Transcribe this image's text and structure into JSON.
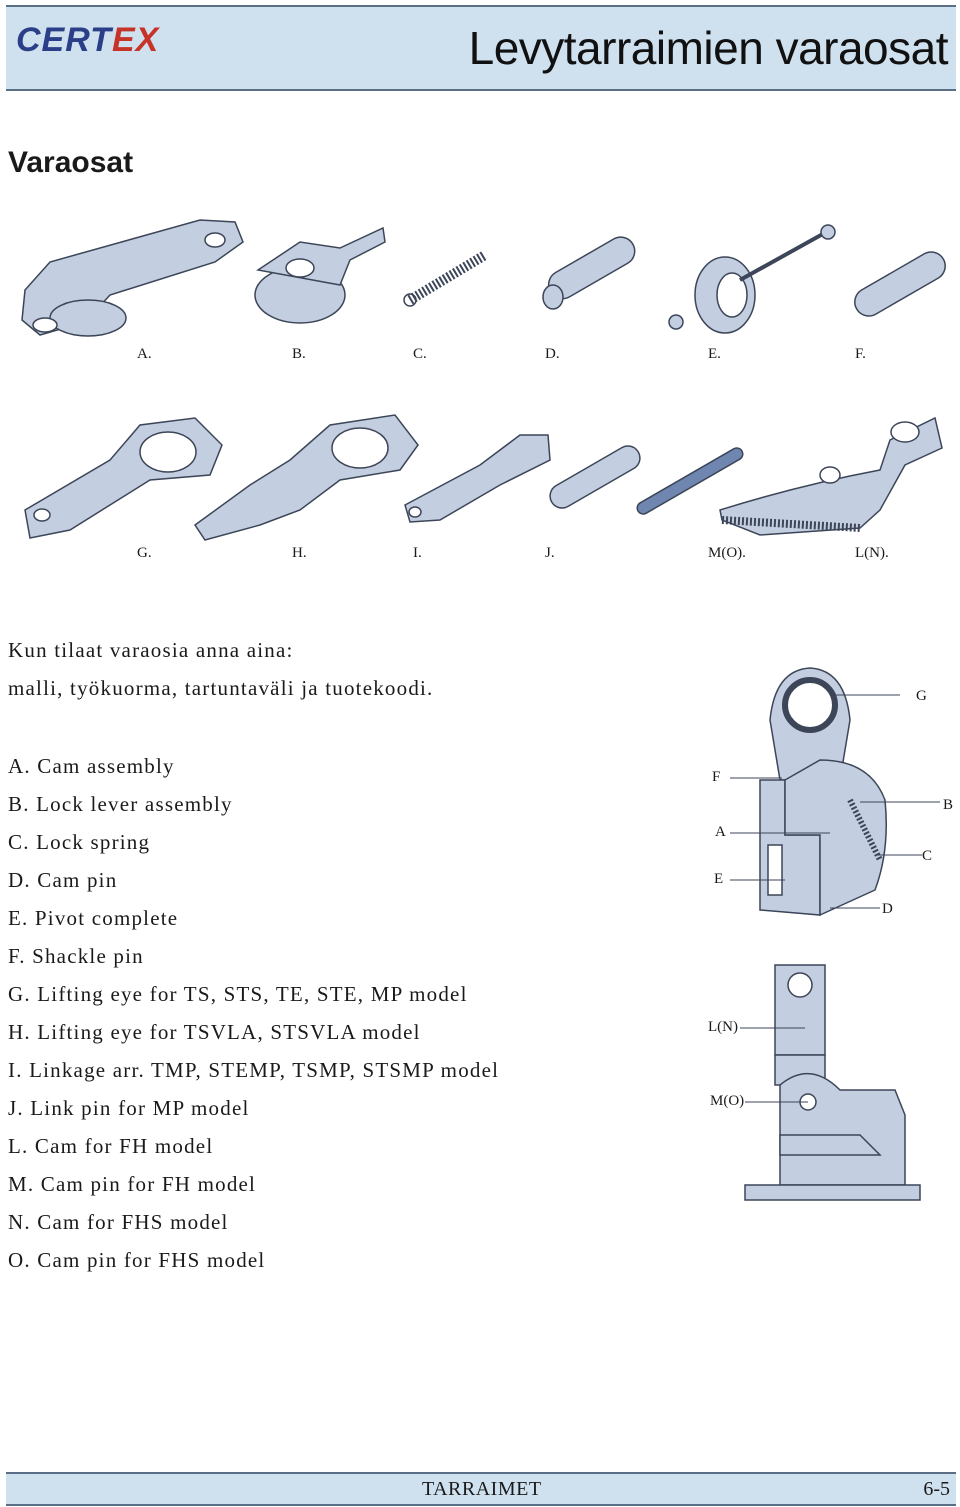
{
  "header": {
    "logo_part1": "CERT",
    "logo_part2": "EX",
    "title": "Levytarraimien varaosat"
  },
  "section_title": "Varaosat",
  "part_labels_row1": [
    "A.",
    "B.",
    "C.",
    "D.",
    "E.",
    "F."
  ],
  "part_labels_row2": [
    "G.",
    "H.",
    "I.",
    "J.",
    "M(O).",
    "L(N)."
  ],
  "intro": [
    "Kun tilaat varaosia anna aina:",
    "malli, työkuorma, tartuntaväli ja tuotekoodi."
  ],
  "legend": [
    "A. Cam assembly",
    "B. Lock lever assembly",
    "C. Lock spring",
    "D. Cam pin",
    "E. Pivot complete",
    "F. Shackle pin",
    "G. Lifting eye for TS, STS, TE, STE, MP model",
    "H. Lifting eye for TSVLA, STSVLA model",
    "I. Linkage arr. TMP, STEMP, TSMP, STSMP model",
    "J. Link pin for MP model",
    "L. Cam for FH model",
    "M. Cam pin for FH model",
    "N. Cam for FHS model",
    "O. Cam pin for FHS model"
  ],
  "diagram1_labels": {
    "g": "G",
    "f": "F",
    "b": "B",
    "a": "A",
    "c": "C",
    "e": "E",
    "d": "D"
  },
  "diagram2_labels": {
    "ln": "L(N)",
    "mo": "M(O)"
  },
  "footer": {
    "text": "TARRAIMET",
    "page": "6-5"
  },
  "colors": {
    "header_bg": "#cfe0ef",
    "part_fill": "#c3cee0",
    "part_stroke": "#3c4658",
    "logo_blue": "#2b3e88",
    "logo_red": "#c63329"
  }
}
